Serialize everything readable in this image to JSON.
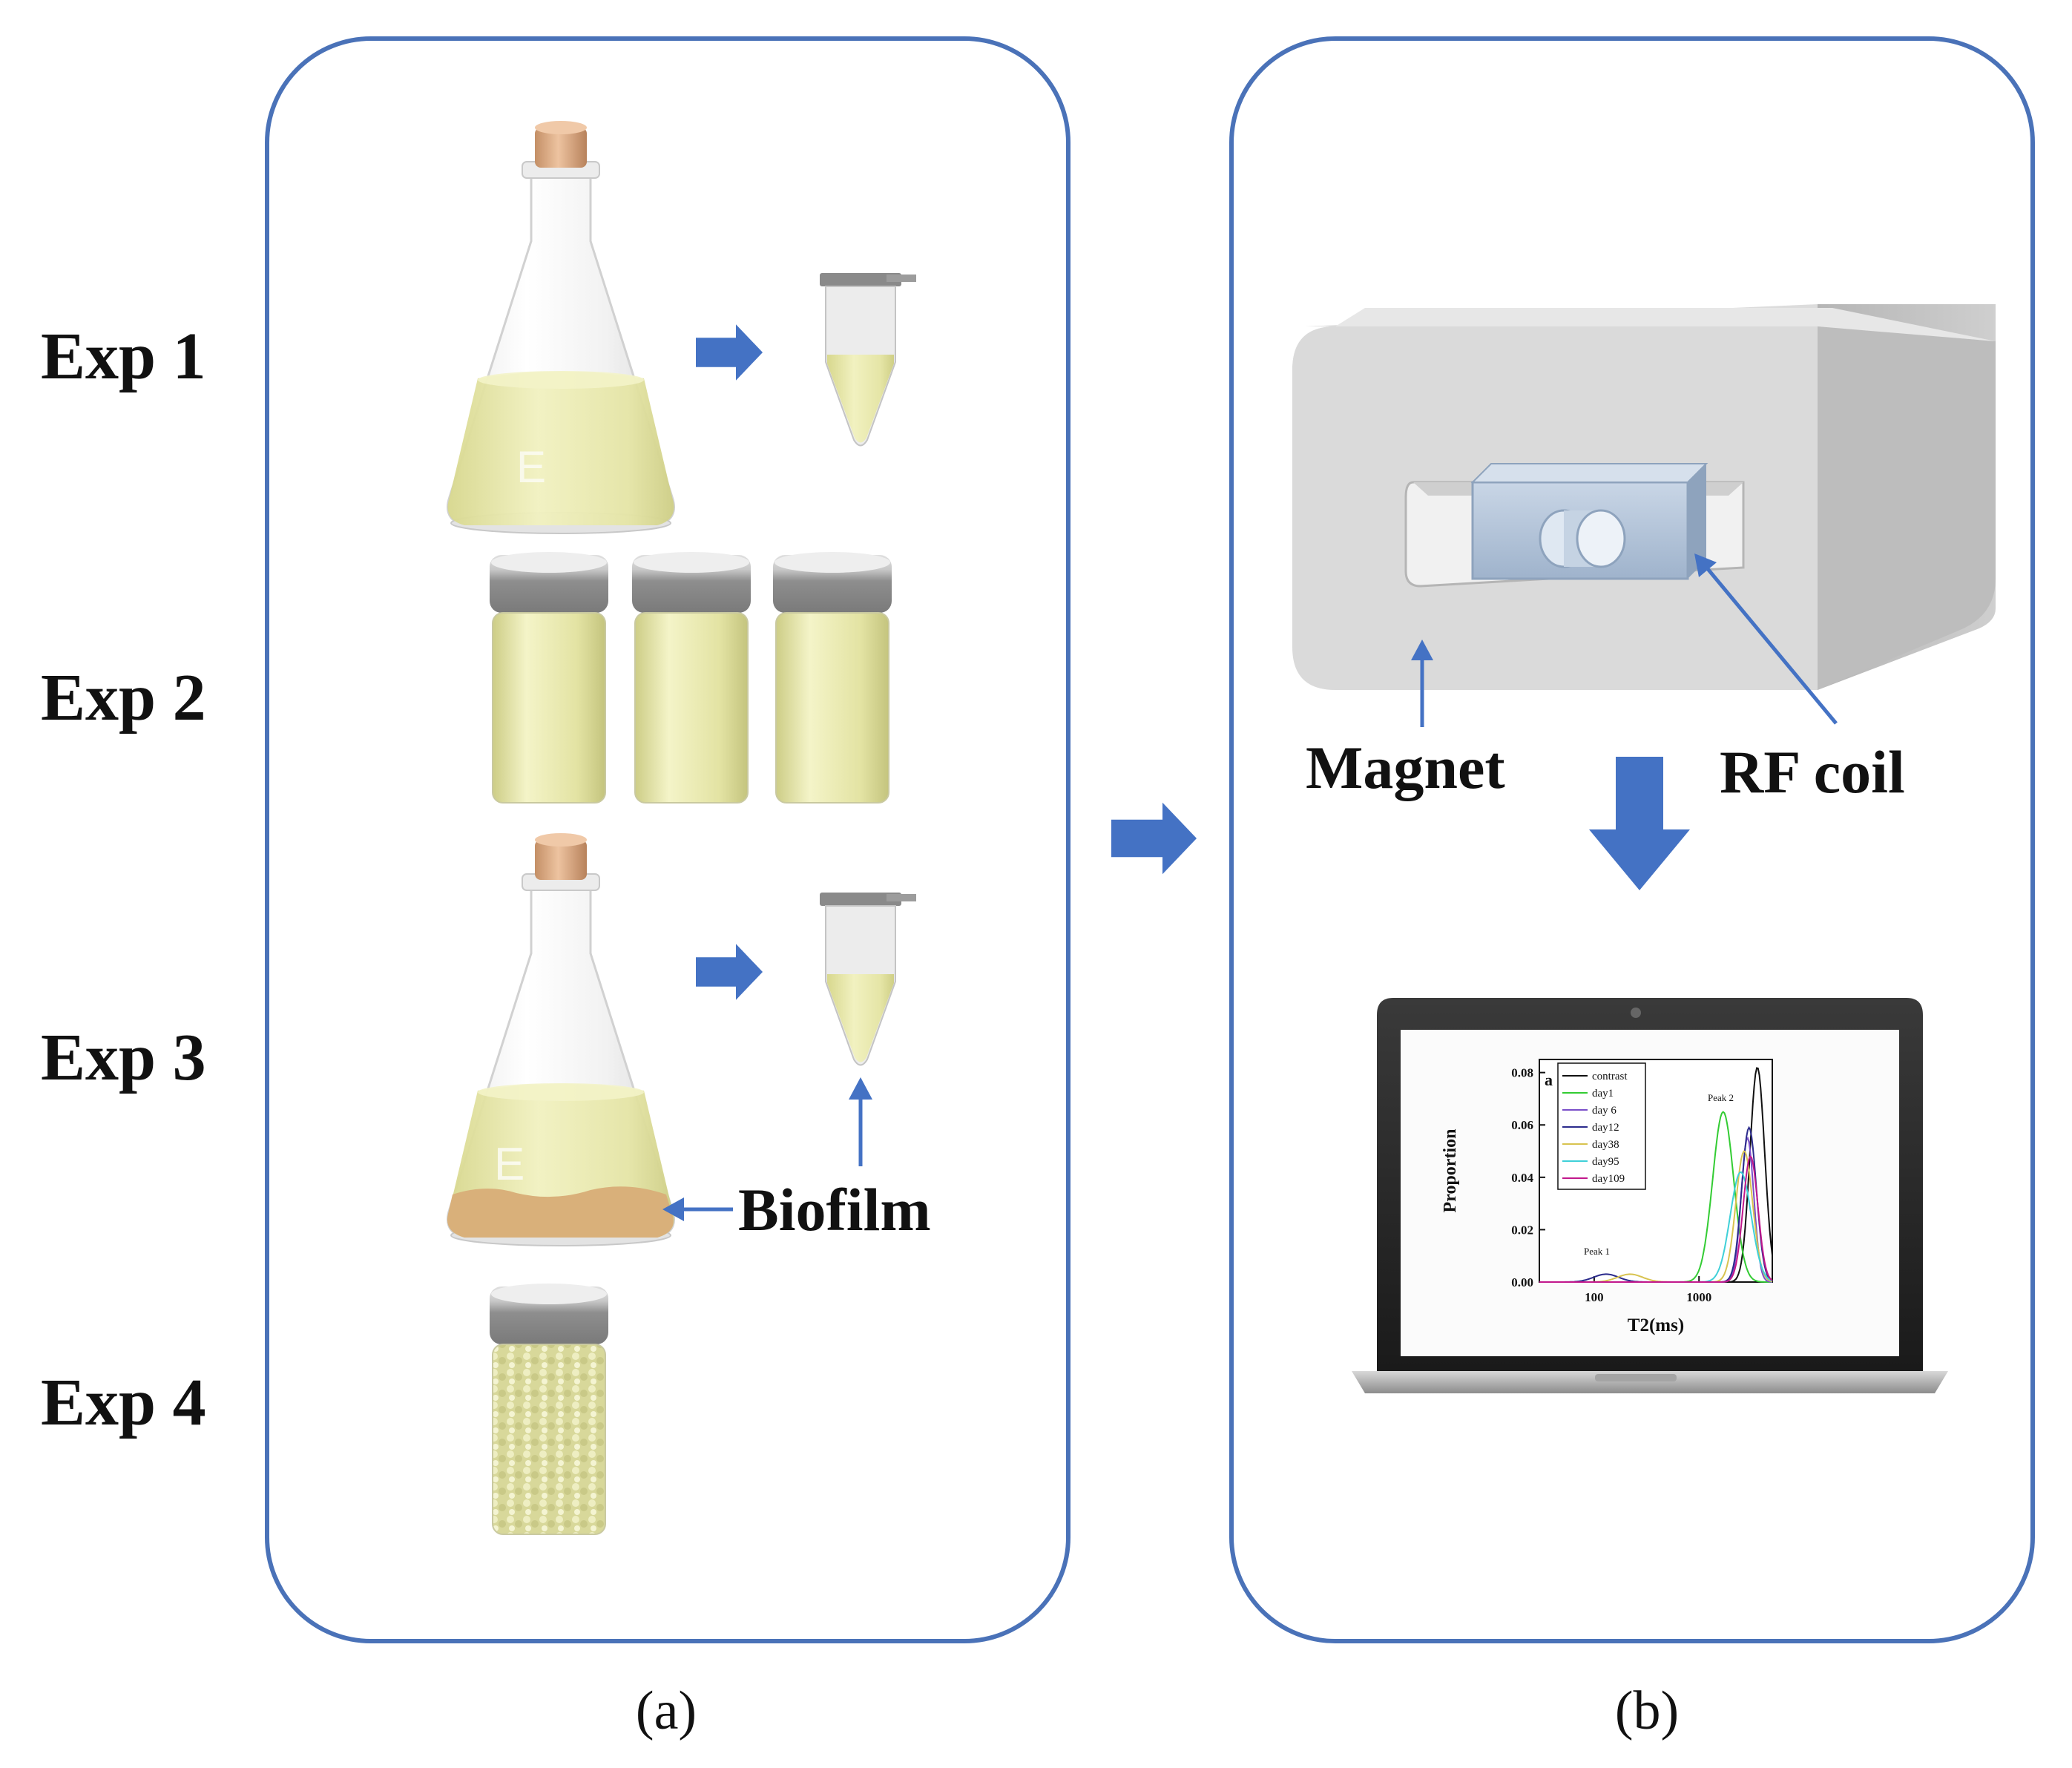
{
  "experiments": {
    "exp1": "Exp 1",
    "exp2": "Exp 2",
    "exp3": "Exp 3",
    "exp4": "Exp 4"
  },
  "annotations": {
    "biofilm": "Biofilm",
    "magnet": "Magnet",
    "rf_coil": "RF coil"
  },
  "captions": {
    "a": "(a)",
    "b": "(b)"
  },
  "colors": {
    "panel_border": "#4a72b8",
    "arrow": "#4472c4",
    "liquid": "#e6e6a4",
    "biofilm": "#d9b07a",
    "cork": "#d9a883",
    "cap": "#8a8a8a",
    "magnet": "#d6d6d6"
  },
  "chart_data": {
    "type": "line",
    "panel_label": "a",
    "xlabel": "T2(ms)",
    "ylabel": "Proportion",
    "xscale": "log",
    "xlim": [
      30,
      5000
    ],
    "ylim": [
      0,
      0.085
    ],
    "xticks": [
      "100",
      "1000"
    ],
    "yticks": [
      "0.00",
      "0.02",
      "0.04",
      "0.06",
      "0.08"
    ],
    "annotations": [
      "Peak 1",
      "Peak 2"
    ],
    "legend_position": "top-left",
    "series": [
      {
        "name": "contrast",
        "color": "#111111",
        "peaks": [
          [
            3600,
            0.082,
            0.07
          ]
        ]
      },
      {
        "name": "day1",
        "color": "#33cc33",
        "peaks": [
          [
            1700,
            0.065,
            0.1
          ]
        ]
      },
      {
        "name": "day 6",
        "color": "#7a4fc9",
        "peaks": [
          [
            2900,
            0.055,
            0.06
          ]
        ]
      },
      {
        "name": "day12",
        "color": "#2b2b8c",
        "peaks": [
          [
            130,
            0.003,
            0.12
          ],
          [
            3000,
            0.059,
            0.07
          ]
        ]
      },
      {
        "name": "day38",
        "color": "#d8c350",
        "peaks": [
          [
            220,
            0.003,
            0.12
          ],
          [
            2700,
            0.05,
            0.08
          ]
        ]
      },
      {
        "name": "day95",
        "color": "#3fd0d8",
        "peaks": [
          [
            2500,
            0.042,
            0.1
          ]
        ]
      },
      {
        "name": "day109",
        "color": "#c2188c",
        "peaks": [
          [
            3100,
            0.048,
            0.07
          ]
        ]
      }
    ]
  }
}
